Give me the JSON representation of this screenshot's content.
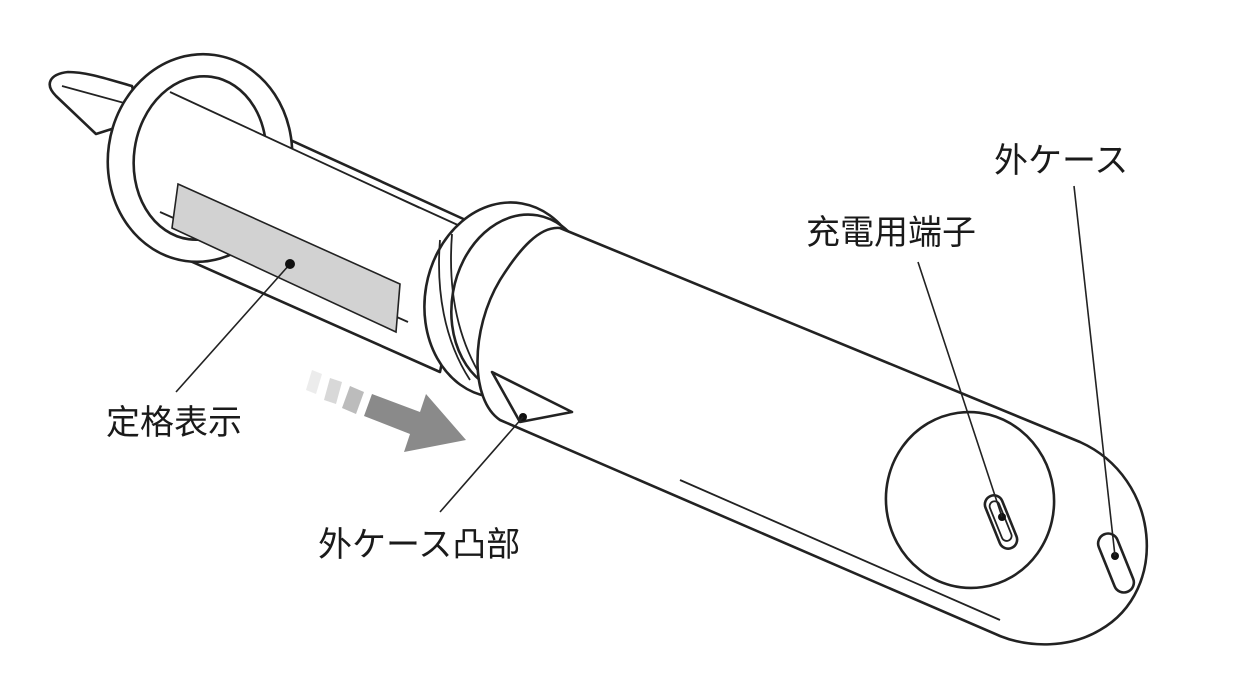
{
  "diagram": {
    "labels": {
      "rating": "定格表示",
      "outer_case_tab": "外ケース凸部",
      "charging_terminal": "充電用端子",
      "outer_case": "外ケース"
    },
    "colors": {
      "line": "#222222",
      "rating_plate": "#d2d2d2",
      "arrow": "#8a8a8a"
    }
  }
}
